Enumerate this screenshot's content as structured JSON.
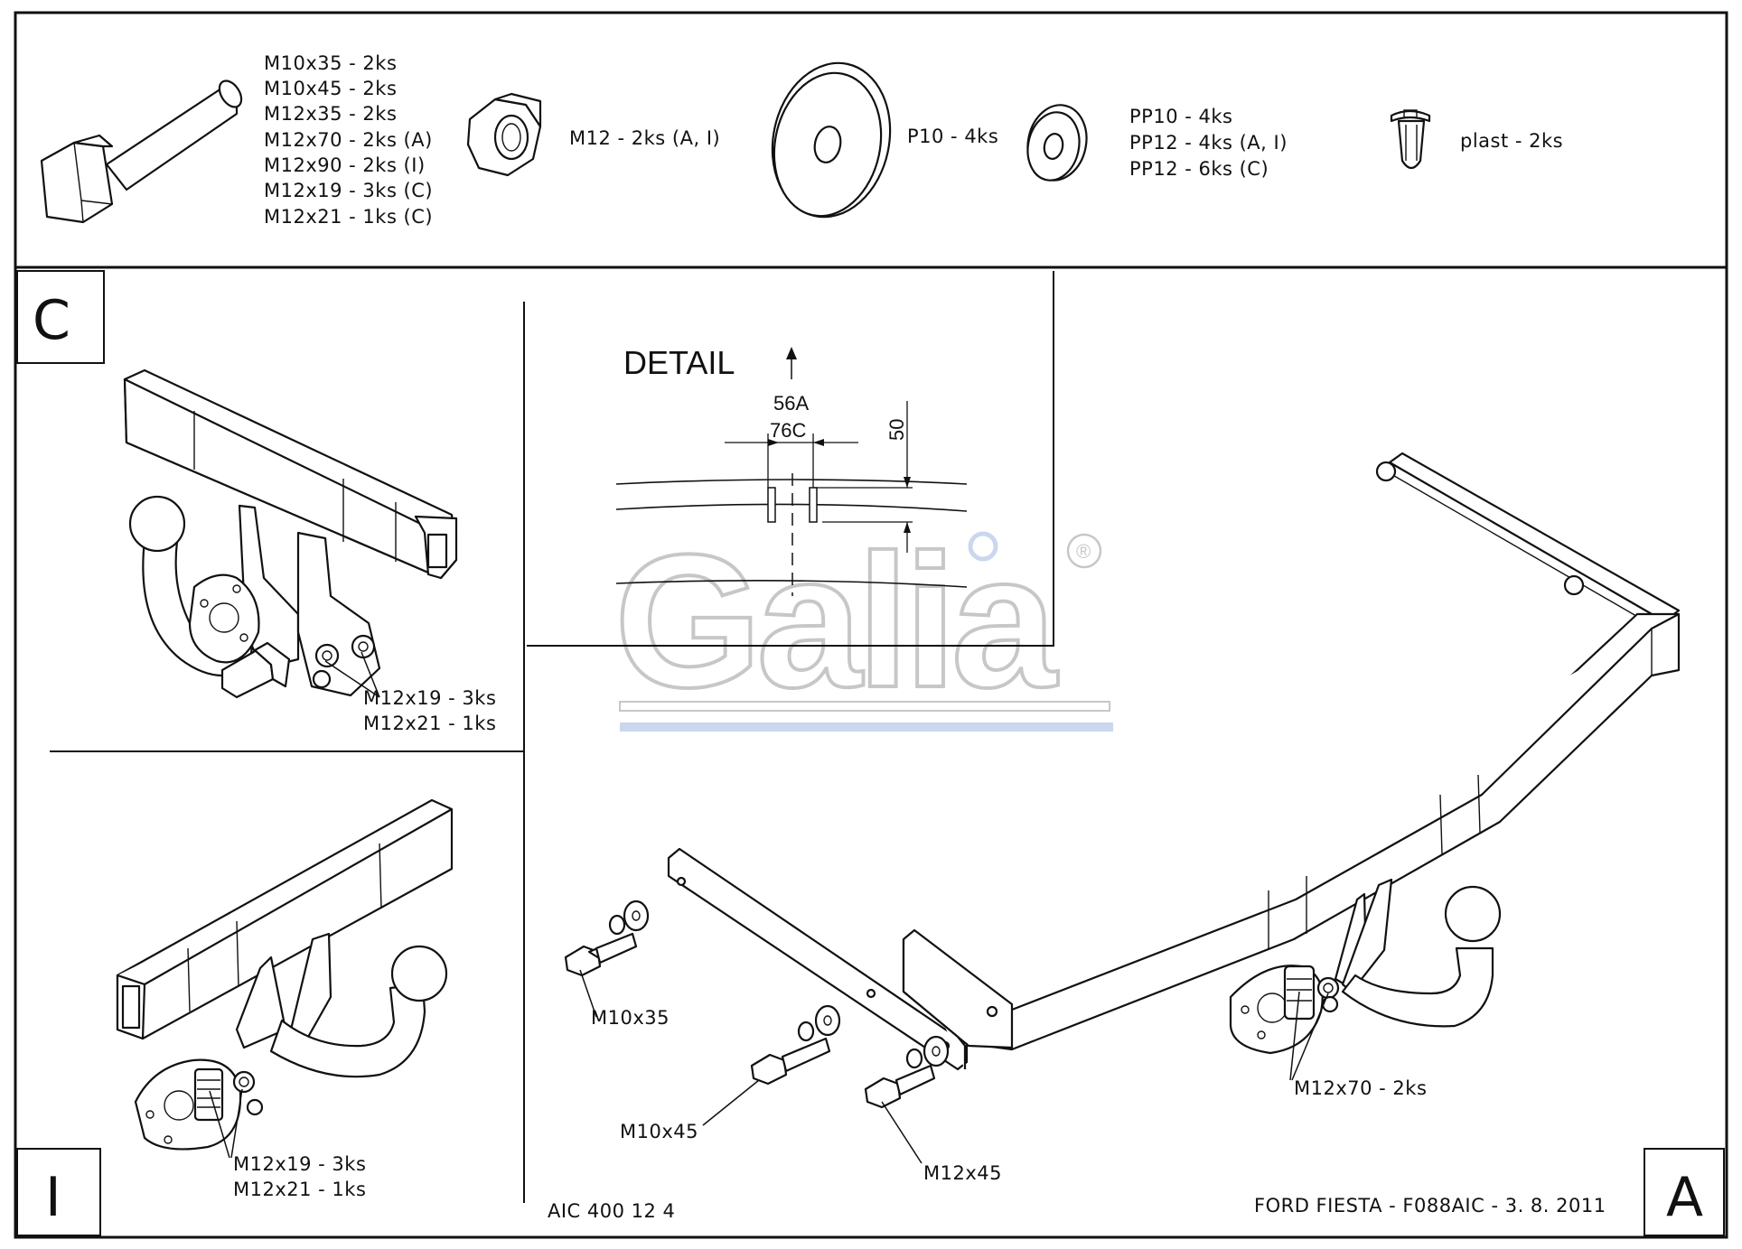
{
  "parts": {
    "bolt_specs": [
      "M10x35 - 2ks",
      "M10x45 - 2ks",
      "M12x35 - 2ks",
      "M12x70 - 2ks (A)",
      "M12x90 - 2ks (I)",
      "M12x19 - 3ks (C)",
      "M12x21 - 1ks (C)"
    ],
    "nut_label": "M12 - 2ks (A, I)",
    "washer_large_label": "P10 - 4ks",
    "washer_small_labels": [
      "PP10 - 4ks",
      "PP12 - 4ks (A, I)",
      "PP12 - 6ks (C)"
    ],
    "clip_label": "plast - 2ks"
  },
  "variant_c": {
    "letter": "C",
    "callouts": [
      "M12x19 - 3ks",
      "M12x21 - 1ks"
    ]
  },
  "variant_i": {
    "letter": "I",
    "callouts": [
      "M12x19 - 3ks",
      "M12x21 - 1ks"
    ]
  },
  "variant_a": {
    "letter": "A",
    "callout_m12x70": "M12x70 - 2ks",
    "callout_m10x35": "M10x35",
    "callout_m10x45": "M10x45",
    "callout_m12x45": "M12x45"
  },
  "detail": {
    "title": "DETAIL",
    "dim_top": "56A",
    "dim_bottom": "76C",
    "dim_vertical": "50"
  },
  "footer": {
    "part_number": "AIC 400 12 4",
    "vehicle_info": "FORD FIESTA - F088AIC - 3. 8. 2011"
  },
  "brand": {
    "logo_text": "Galia",
    "registered_mark": "®",
    "accent_color": "#9fb8e0"
  }
}
